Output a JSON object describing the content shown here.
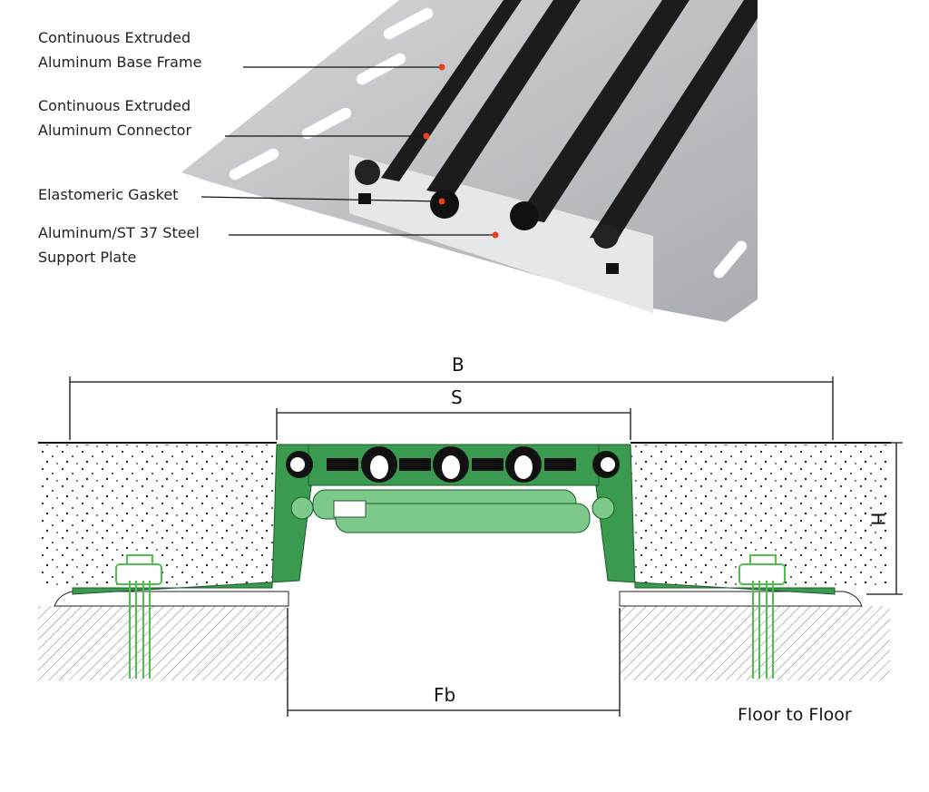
{
  "labels": {
    "base_frame": [
      "Continuous Extruded",
      "Aluminum Base Frame"
    ],
    "connector": [
      "Continuous Extruded",
      "Aluminum Connector"
    ],
    "gasket": "Elastomeric Gasket",
    "support_plate": [
      "Aluminum/ST 37 Steel",
      "Support Plate"
    ]
  },
  "dimensions": {
    "B": "B",
    "S": "S",
    "H": "H",
    "Fb": "Fb"
  },
  "caption": "Floor to Floor",
  "colors": {
    "frame_green": "#3a9a4f",
    "connector_green": "#7cc98b",
    "leader_dot": "#e8401c",
    "aluminum": "#b9bcc0",
    "gasket": "#1a1a1a"
  }
}
